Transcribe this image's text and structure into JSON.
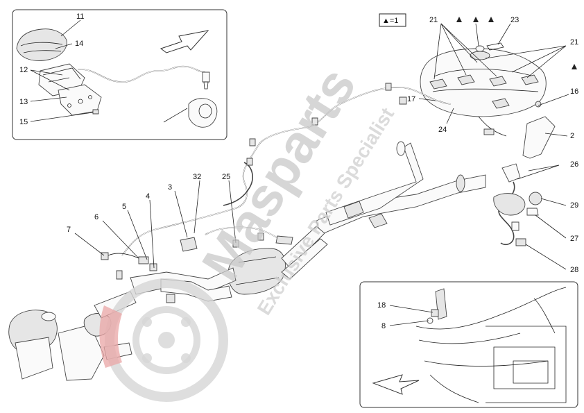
{
  "legend_note": "▲=1",
  "callouts": {
    "c1": "11",
    "c2": "14",
    "c3": "12",
    "c4": "13",
    "c5": "15",
    "c6": "21",
    "c7": "23",
    "c8": "21",
    "c9": "16",
    "c10": "17",
    "c11": "24",
    "c12": "2",
    "c13": "26",
    "c14": "29",
    "c15": "27",
    "c16": "28",
    "c17": "3",
    "c18": "32",
    "c19": "25",
    "c20": "5",
    "c21": "4",
    "c22": "6",
    "c23": "7",
    "c24": "18",
    "c25": "8"
  },
  "watermark": {
    "brand": "Masparts",
    "tagline": "Exclusive Parts Specialist"
  }
}
